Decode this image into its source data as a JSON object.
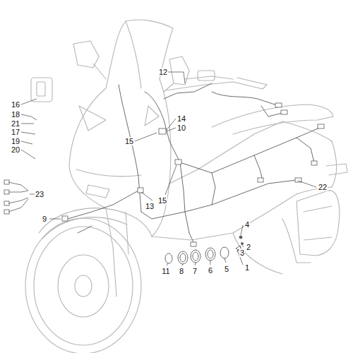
{
  "diagram": {
    "labels": [
      "12",
      "16",
      "18",
      "21",
      "17",
      "19",
      "20",
      "14",
      "10",
      "15",
      "23",
      "22",
      "9",
      "13",
      "15",
      "4",
      "2",
      "3",
      "1",
      "5",
      "6",
      "7",
      "8",
      "11"
    ]
  }
}
